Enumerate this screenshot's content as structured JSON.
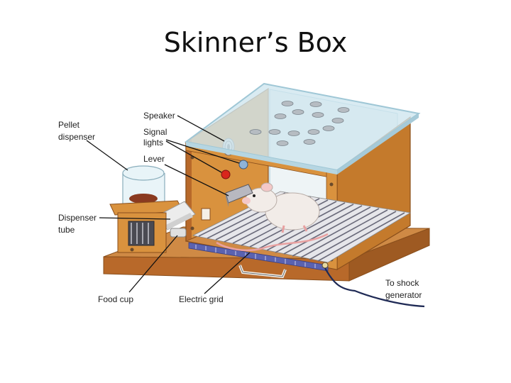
{
  "slide": {
    "title": "Skinner’s Box"
  },
  "labels": {
    "pellet_line1": "Pellet",
    "pellet_line2": "dispenser",
    "speaker": "Speaker",
    "signal_line1": "Signal",
    "signal_line2": "lights",
    "lever": "Lever",
    "dispenser_tube_line1": "Dispenser",
    "dispenser_tube_line2": "tube",
    "food_cup": "Food cup",
    "electric_grid": "Electric grid",
    "shock_line1": "To shock",
    "shock_line2": "generator"
  },
  "colors": {
    "wood_front": "#d9923e",
    "wood_side": "#c47a2c",
    "wood_base": "#b8692a",
    "wood_base_top": "#cf8a45",
    "glass": "#cfe6ef",
    "glass_edge": "#9fc7d6",
    "grid_bar": "#6a6a7a",
    "grid_rail": "#5a62b0",
    "signal_red": "#d9261c",
    "signal_blue": "#8fb3d9",
    "cable": "#1f2a55"
  }
}
